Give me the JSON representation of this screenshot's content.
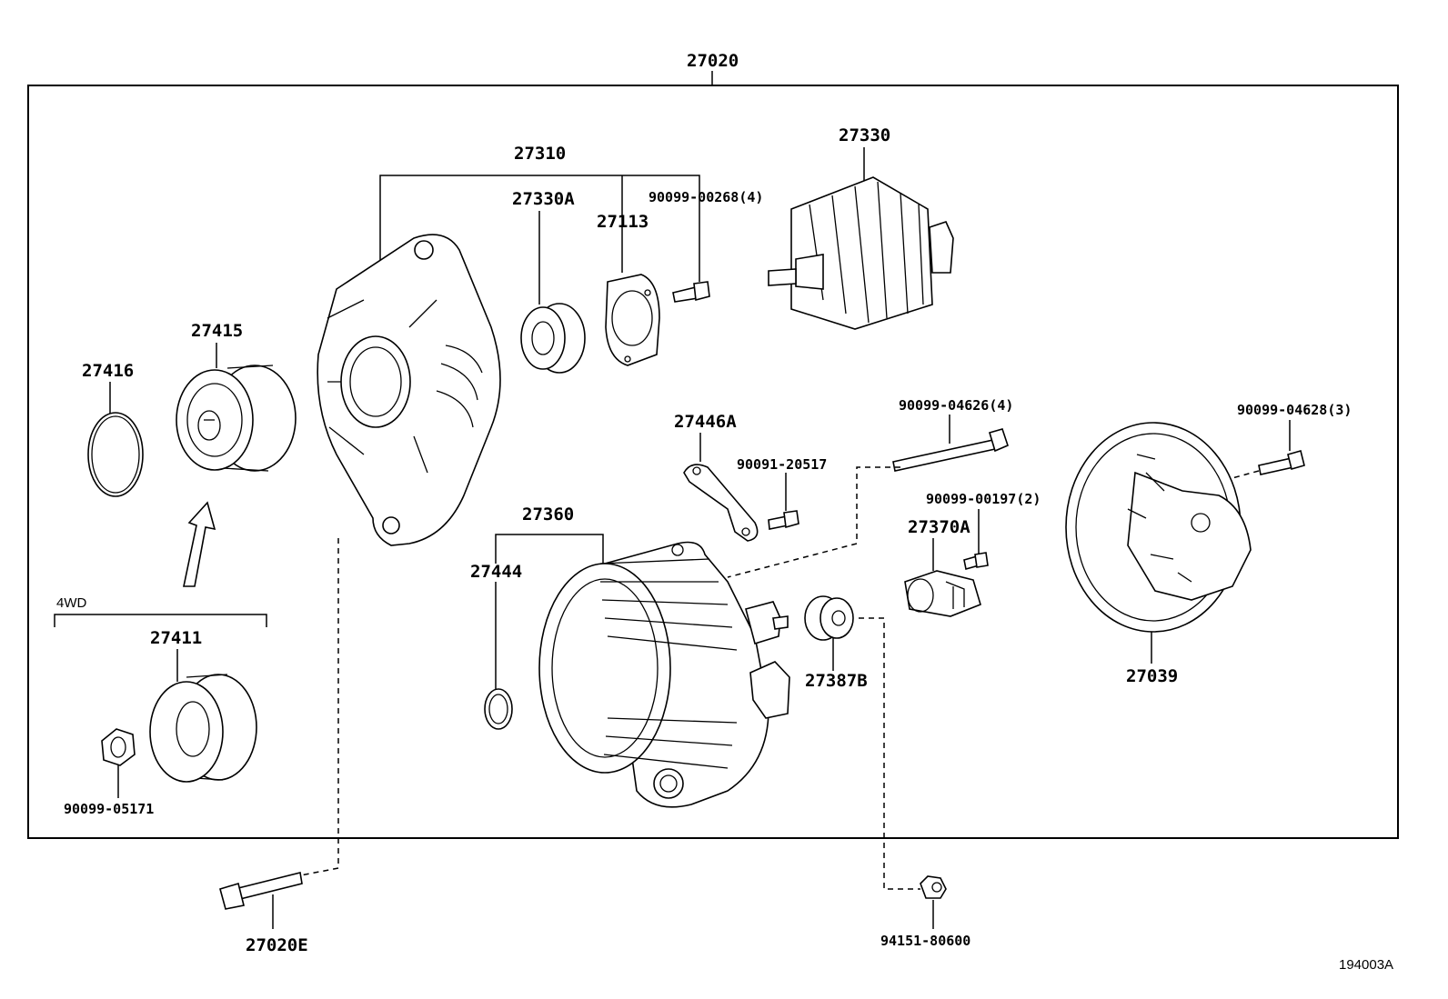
{
  "diagram": {
    "assembly_label": "27020",
    "ref_code": "194003A",
    "variant_label": "4WD",
    "parts": {
      "p27310": "27310",
      "p27330A": "27330A",
      "p27113": "27113",
      "p90099_00268": "90099-00268(4)",
      "p27330": "27330",
      "p27415": "27415",
      "p27416": "27416",
      "p27446A": "27446A",
      "p90091_20517": "90091-20517",
      "p90099_04626": "90099-04626(4)",
      "p90099_04628": "90099-04628(3)",
      "p90099_00197": "90099-00197(2)",
      "p27370A": "27370A",
      "p27360": "27360",
      "p27444": "27444",
      "p27387B": "27387B",
      "p27039": "27039",
      "p27411": "27411",
      "p90099_05171": "90099-05171",
      "p27020E": "27020E",
      "p94151_80600": "94151-80600"
    }
  }
}
